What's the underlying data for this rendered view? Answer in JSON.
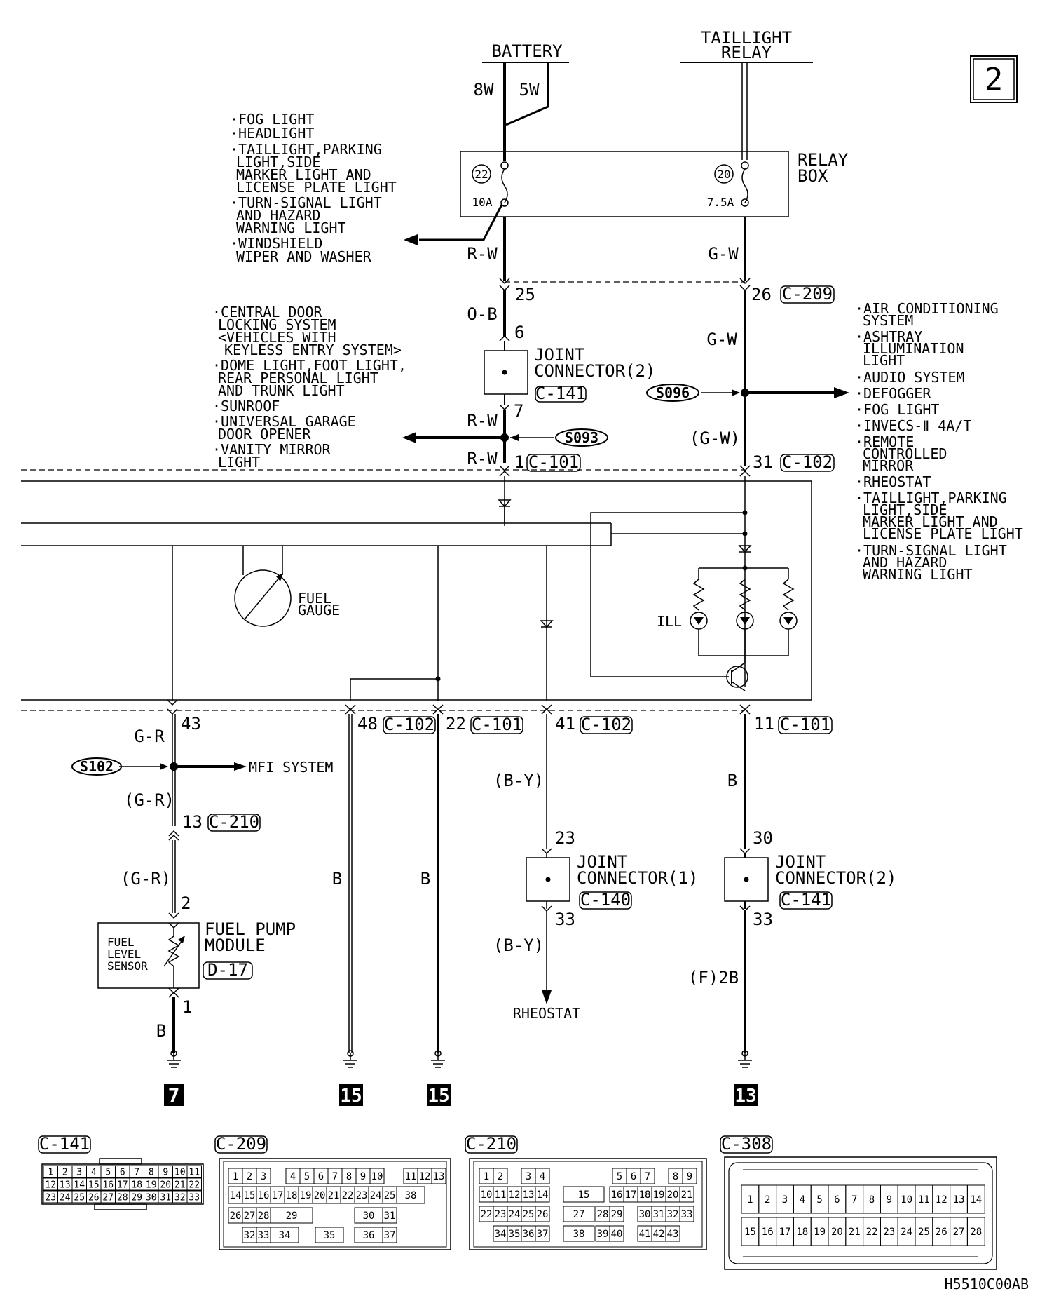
{
  "page_number": "2",
  "diagram_code": "H5510C00AB",
  "sources": {
    "battery": "BATTERY",
    "battery_feeds": [
      "8W",
      "5W"
    ],
    "taillight_relay_lines": [
      "TAILLIGHT",
      "RELAY"
    ]
  },
  "relay_box": {
    "label_lines": [
      "RELAY",
      "BOX"
    ],
    "fuse_left": {
      "number": "22",
      "rating": "10A"
    },
    "fuse_right": {
      "number": "20",
      "rating": "7.5A"
    }
  },
  "fuse22_branch_list": [
    [
      "·FOG LIGHT"
    ],
    [
      "·HEADLIGHT"
    ],
    [
      "·TAILLIGHT,PARKING",
      "LIGHT,SIDE",
      "MARKER LIGHT AND",
      "LICENSE PLATE LIGHT"
    ],
    [
      "·TURN-SIGNAL LIGHT",
      "AND HAZARD",
      "WARNING LIGHT"
    ],
    [
      "·WINDSHIELD",
      "WIPER AND WASHER"
    ]
  ],
  "joint2_branch_list": [
    [
      "·CENTRAL DOOR",
      "LOCKING SYSTEM",
      "<VEHICLES WITH",
      "KEYLESS ENTRY SYSTEM>"
    ],
    [
      "·DOME LIGHT,FOOT LIGHT,",
      "REAR PERSONAL LIGHT",
      "AND TRUNK LIGHT"
    ],
    [
      "·SUNROOF"
    ],
    [
      "·UNIVERSAL GARAGE",
      "DOOR OPENER"
    ],
    [
      "·VANITY MIRROR",
      "LIGHT"
    ]
  ],
  "s096_branch_list": [
    [
      "·AIR CONDITIONING",
      "SYSTEM"
    ],
    [
      "·ASHTRAY",
      "ILLUMINATION",
      "LIGHT"
    ],
    [
      "·AUDIO SYSTEM"
    ],
    [
      "·DEFOGGER"
    ],
    [
      "·FOG LIGHT"
    ],
    [
      "·INVECS-Ⅱ 4A/T"
    ],
    [
      "·REMOTE",
      "CONTROLLED",
      "MIRROR"
    ],
    [
      "·RHEOSTAT"
    ],
    [
      "·TAILLIGHT,PARKING",
      "LIGHT,SIDE",
      "MARKER LIGHT AND",
      "LICENSE PLATE LIGHT"
    ],
    [
      "·TURN-SIGNAL LIGHT",
      "AND HAZARD",
      "WARNING LIGHT"
    ]
  ],
  "wires": {
    "rw_top": "R-W",
    "gw_top": "G-W",
    "ob": "O-B",
    "gw_mid": "G-W",
    "rw_mid": "R-W",
    "gw_paren": "(G-W)",
    "rw_low": "R-W",
    "gr": "G-R",
    "gr_paren1": "(G-R)",
    "gr_paren2": "(G-R)",
    "b_pump": "B",
    "b_48": "B",
    "b_22": "B",
    "by1": "(B-Y)",
    "by2": "(B-Y)",
    "b_11": "B",
    "f2b": "(F)2B"
  },
  "pins": {
    "p25": "25",
    "p26": "26",
    "p6": "6",
    "p7": "7",
    "p1": "1",
    "p31": "31",
    "p43": "43",
    "p48": "48",
    "p22": "22",
    "p41": "41",
    "p11": "11",
    "p13": "13",
    "p2": "2",
    "p1b": "1",
    "p23": "23",
    "p33a": "33",
    "p30": "30",
    "p33b": "33"
  },
  "connectors": {
    "c209": "C-209",
    "c141a": "C-141",
    "c101a": "C-101",
    "c102a": "C-102",
    "c102b": "C-102",
    "c101b": "C-101",
    "c102c": "C-102",
    "c101c": "C-101",
    "c210": "C-210",
    "d17": "D-17",
    "c140": "C-140",
    "c141b": "C-141"
  },
  "joint_connector_2_top": [
    "JOINT",
    "CONNECTOR(2)"
  ],
  "joint_connector_1": [
    "JOINT",
    "CONNECTOR(1)"
  ],
  "joint_connector_2_bottom": [
    "JOINT",
    "CONNECTOR(2)"
  ],
  "splices": {
    "s093": "S093",
    "s096": "S096",
    "s102": "S102"
  },
  "fuel_gauge_lines": [
    "FUEL",
    "GAUGE"
  ],
  "ill_label": "ILL",
  "mfi_system": "MFI SYSTEM",
  "fuel_pump_module_lines": [
    "FUEL PUMP",
    "MODULE"
  ],
  "fuel_level_sensor_lines": [
    "FUEL",
    "LEVEL",
    "SENSOR"
  ],
  "rheostat": "RHEOSTAT",
  "grounds": [
    "7",
    "15",
    "15",
    "13"
  ],
  "connector_views": {
    "c141": {
      "label": "C-141",
      "rows": [
        [
          "1",
          "2",
          "3",
          "4",
          "5",
          "6",
          "7",
          "8",
          "9",
          "10",
          "11"
        ],
        [
          "12",
          "13",
          "14",
          "15",
          "16",
          "17",
          "18",
          "19",
          "20",
          "21",
          "22"
        ],
        [
          "23",
          "24",
          "25",
          "26",
          "27",
          "28",
          "29",
          "30",
          "31",
          "32",
          "33"
        ]
      ]
    },
    "c209": {
      "label": "C-209",
      "rows": [
        [
          "1",
          "2",
          "3",
          "4",
          "5",
          "6",
          "7",
          "8",
          "9",
          "10",
          "11",
          "12",
          "13"
        ],
        [
          "14",
          "15",
          "16",
          "17",
          "18",
          "19",
          "20",
          "21",
          "22",
          "23",
          "24",
          "25",
          "38"
        ],
        [
          "26",
          "27",
          "28",
          "29",
          "30",
          "31"
        ],
        [
          "32",
          "33",
          "34",
          "35",
          "36",
          "37"
        ]
      ]
    },
    "c210": {
      "label": "C-210",
      "rows": [
        [
          "1",
          "2",
          "3",
          "4",
          "5",
          "6",
          "7",
          "8",
          "9"
        ],
        [
          "10",
          "11",
          "12",
          "13",
          "14",
          "15",
          "16",
          "17",
          "18",
          "19",
          "20",
          "21"
        ],
        [
          "22",
          "23",
          "24",
          "25",
          "26",
          "27",
          "28",
          "29",
          "30",
          "31",
          "32",
          "33"
        ],
        [
          "34",
          "35",
          "36",
          "37",
          "38",
          "39",
          "40",
          "41",
          "42",
          "43"
        ]
      ]
    },
    "c308": {
      "label": "C-308",
      "rows": [
        [
          "1",
          "2",
          "3",
          "4",
          "5",
          "6",
          "7",
          "8",
          "9",
          "10",
          "11",
          "12",
          "13",
          "14"
        ],
        [
          "15",
          "16",
          "17",
          "18",
          "19",
          "20",
          "21",
          "22",
          "23",
          "24",
          "25",
          "26",
          "27",
          "28"
        ]
      ]
    }
  }
}
